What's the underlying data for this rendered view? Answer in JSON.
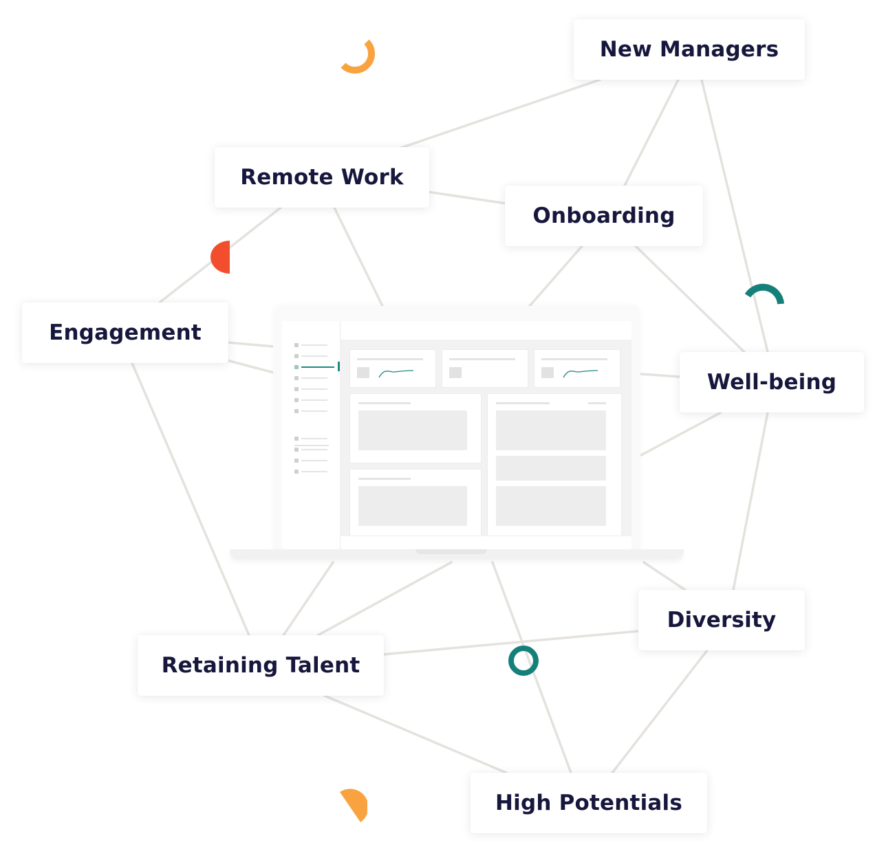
{
  "nodes": {
    "new_managers": "New Managers",
    "remote_work": "Remote Work",
    "onboarding": "Onboarding",
    "engagement": "Engagement",
    "well_being": "Well-being",
    "diversity": "Diversity",
    "retaining_talent": "Retaining Talent",
    "high_potentials": "High Potentials"
  },
  "colors": {
    "text": "#17173d",
    "line": "#e5e2de",
    "orange": "#f9a340",
    "red": "#f24e2d",
    "teal": "#15807a"
  }
}
